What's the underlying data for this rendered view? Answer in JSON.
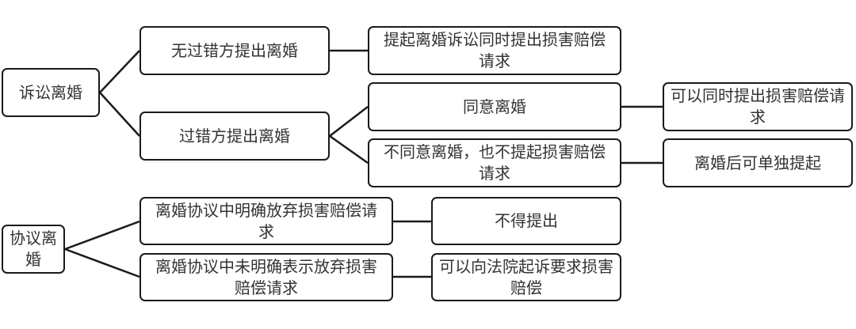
{
  "diagram": {
    "type": "tree",
    "nodes": {
      "litigation": "诉讼离婚",
      "no_fault_party": "无过错方提出离婚",
      "no_fault_result": "提起离婚诉讼同时提出损害赔偿请求",
      "fault_party": "过错方提出离婚",
      "agree": "同意离婚",
      "agree_result": "可以同时提出损害赔偿请求",
      "disagree": "不同意离婚，也不提起损害赔偿请求",
      "disagree_result": "离婚后可单独提起",
      "agreement": "协议离婚",
      "explicit_waive": "离婚协议中明确放弃损害赔偿请求",
      "explicit_result": "不得提出",
      "not_explicit": "离婚协议中未明确表示放弃损害赔偿请求",
      "not_explicit_result": "可以向法院起诉要求损害赔偿"
    },
    "edges": [
      [
        "litigation",
        "no_fault_party"
      ],
      [
        "litigation",
        "fault_party"
      ],
      [
        "no_fault_party",
        "no_fault_result"
      ],
      [
        "fault_party",
        "agree"
      ],
      [
        "fault_party",
        "disagree"
      ],
      [
        "agree",
        "agree_result"
      ],
      [
        "disagree",
        "disagree_result"
      ],
      [
        "agreement",
        "explicit_waive"
      ],
      [
        "agreement",
        "not_explicit"
      ],
      [
        "explicit_waive",
        "explicit_result"
      ],
      [
        "not_explicit",
        "not_explicit_result"
      ]
    ]
  }
}
